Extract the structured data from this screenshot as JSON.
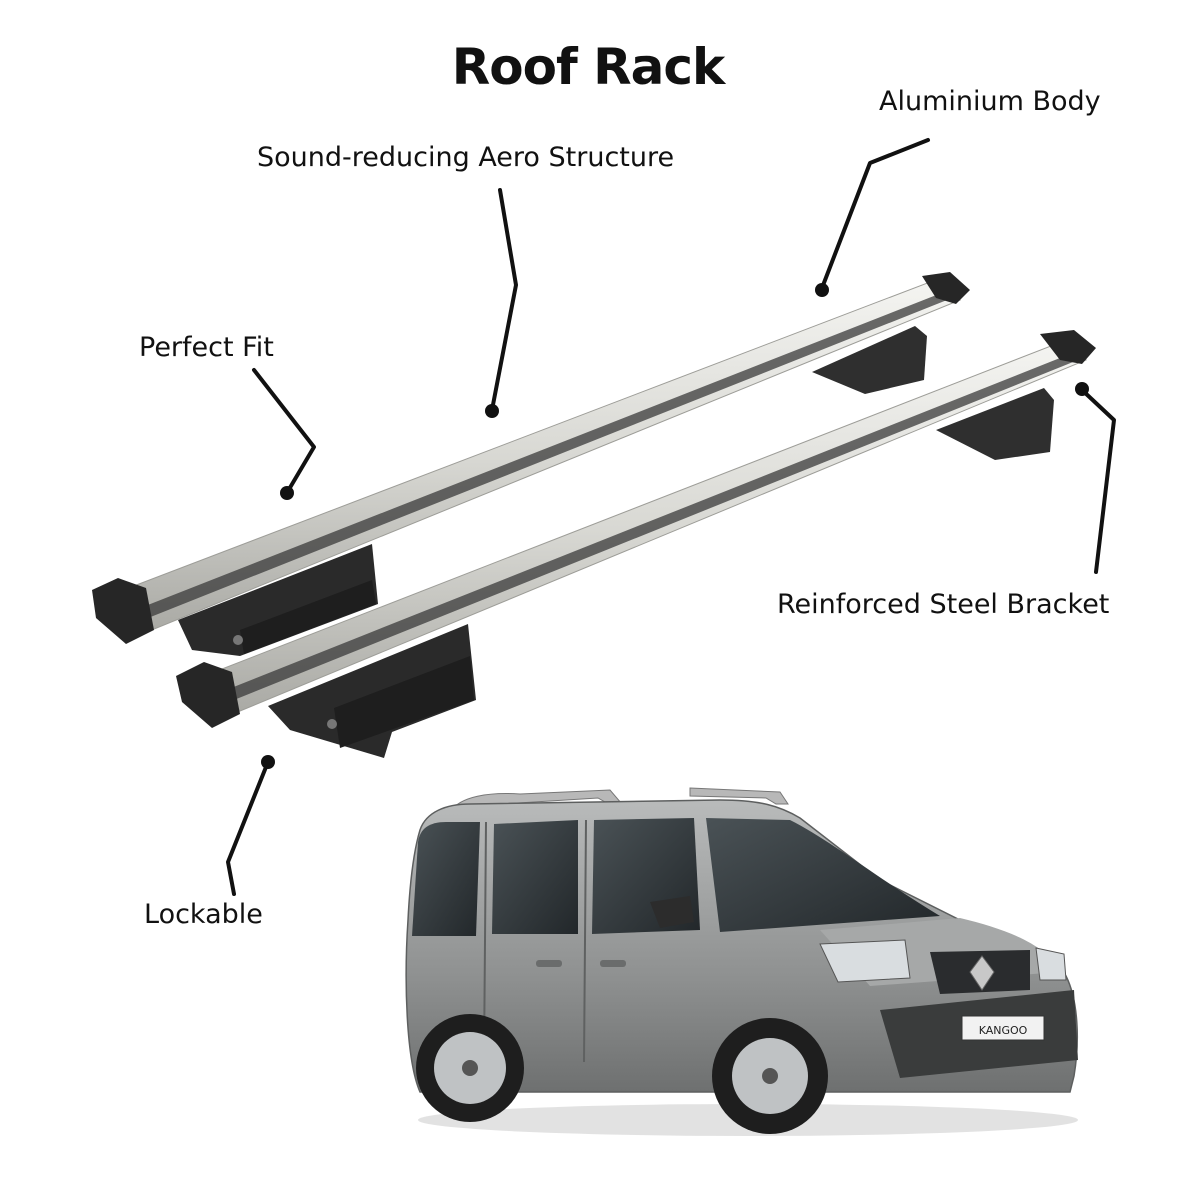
{
  "title": "Roof Rack",
  "callouts": {
    "aero": "Sound-reducing Aero Structure",
    "aluminium": "Aluminium Body",
    "fit": "Perfect Fit",
    "steel": "Reinforced Steel Bracket",
    "lockable": "Lockable"
  },
  "vehicle": {
    "badge": "KANGOO"
  },
  "colors": {
    "bar_silver": "#d9d9d4",
    "bar_dark": "#2b2b2b",
    "bracket": "#2f2f2f",
    "car_body": "#9a9c9c",
    "glass": "#33393d",
    "leader": "#111111"
  }
}
